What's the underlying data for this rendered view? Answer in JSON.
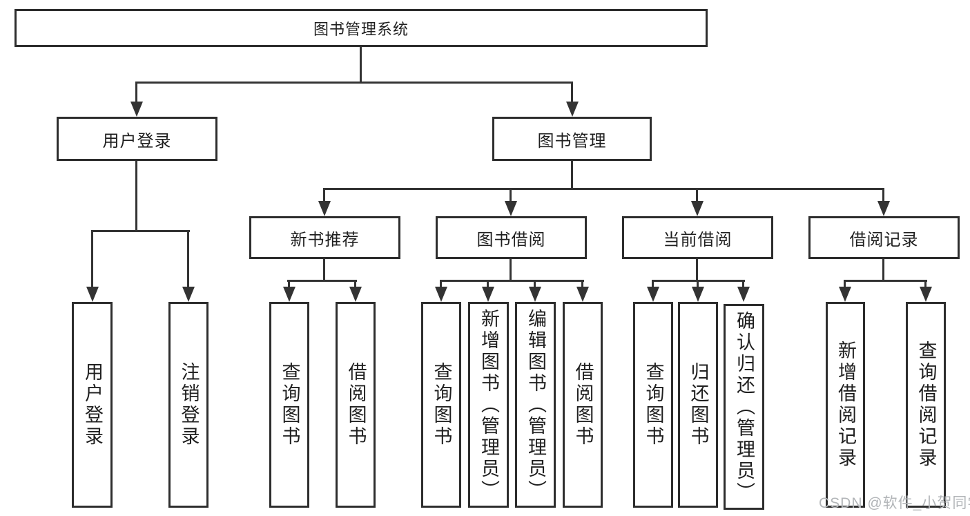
{
  "tree": {
    "root": {
      "label": "图书管理系统",
      "children": [
        {
          "label": "用户登录",
          "children": [
            {
              "label": "用户登录"
            },
            {
              "label": "注销登录"
            }
          ]
        },
        {
          "label": "图书管理",
          "children": [
            {
              "label": "新书推荐",
              "children": [
                {
                  "label": "查询图书"
                },
                {
                  "label": "借阅图书"
                }
              ]
            },
            {
              "label": "图书借阅",
              "children": [
                {
                  "label": "查询图书"
                },
                {
                  "label": "新增图书（管理员）"
                },
                {
                  "label": "编辑图书（管理员）"
                },
                {
                  "label": "借阅图书"
                }
              ]
            },
            {
              "label": "当前借阅",
              "children": [
                {
                  "label": "查询图书"
                },
                {
                  "label": "归还图书"
                },
                {
                  "label": "确认归还（管理员）"
                }
              ]
            },
            {
              "label": "借阅记录",
              "children": [
                {
                  "label": "新增借阅记录"
                },
                {
                  "label": "查询借阅记录"
                }
              ]
            }
          ]
        }
      ]
    }
  },
  "watermark": {
    "text": "CSDN @软件_小贺同学"
  },
  "colors": {
    "line": "#333333",
    "box_border": "#2d2d2d",
    "text": "#1f1f1f",
    "watermark": "#b2b5b8",
    "background": "#ffffff"
  }
}
